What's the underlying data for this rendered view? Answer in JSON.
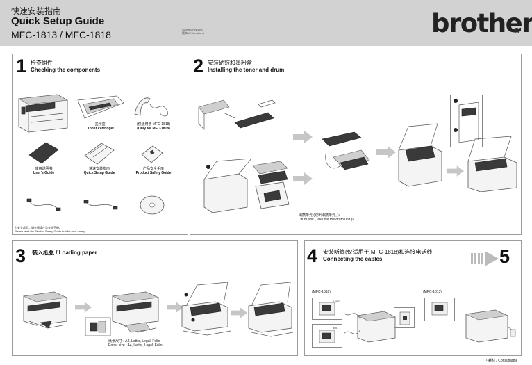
{
  "header": {
    "title_cn": "快速安装指南",
    "title_en": "Quick Setup Guide",
    "models": "MFC-1813 / MFC-1818",
    "version_line1": "SCHN/CHN-ENG",
    "version_line2": "版本 A / Version A",
    "brand": "brother"
  },
  "step1": {
    "number": "1",
    "title_cn": "检查组件",
    "title_en": "Checking the components",
    "toner_cn": "墨粉盒¹",
    "toner_en": "Toner cartridge¹",
    "handset_cn": "(仅适用于 MFC-1818)",
    "handset_en": "(Only for MFC-1818)",
    "users_cn": "使用说明书",
    "users_en": "User's Guide",
    "qsg_cn": "快速安装指南",
    "qsg_en": "Quick Setup Guide",
    "psg_cn": "产品安全手册",
    "psg_en": "Product Safety Guide",
    "note_cn": "为安全起见，请先阅读产品安全手册。",
    "note_en": "Please read the Product Safety Guide first for your safety."
  },
  "step2": {
    "number": "2",
    "title_cn": "安装硒鼓和墨粉盒",
    "title_en": "Installing the toner and drum",
    "drum_cn": "硒鼓单元 (取出硒鼓单元。)¹",
    "drum_en": "Drum unit (Take out the drum unit.)¹"
  },
  "step3": {
    "number": "3",
    "title": "装入纸张 / Loading paper",
    "paper_cn": "纸张尺寸 : A4, Letter, Legal, Folio",
    "paper_en": "Paper size : A4, Letter, Legal, Folio"
  },
  "step4": {
    "number": "4",
    "title_cn": "安装听筒(仅适用于 MFC-1818)和连接电话线",
    "title_en": "Connecting the cables",
    "model_left": "(MFC-1818)",
    "model_right": "(MFC-1813)",
    "line_label": "LINE",
    "ext_label": "EXT."
  },
  "next_step": "5",
  "footer": "¹ 耗材 / Consumable"
}
